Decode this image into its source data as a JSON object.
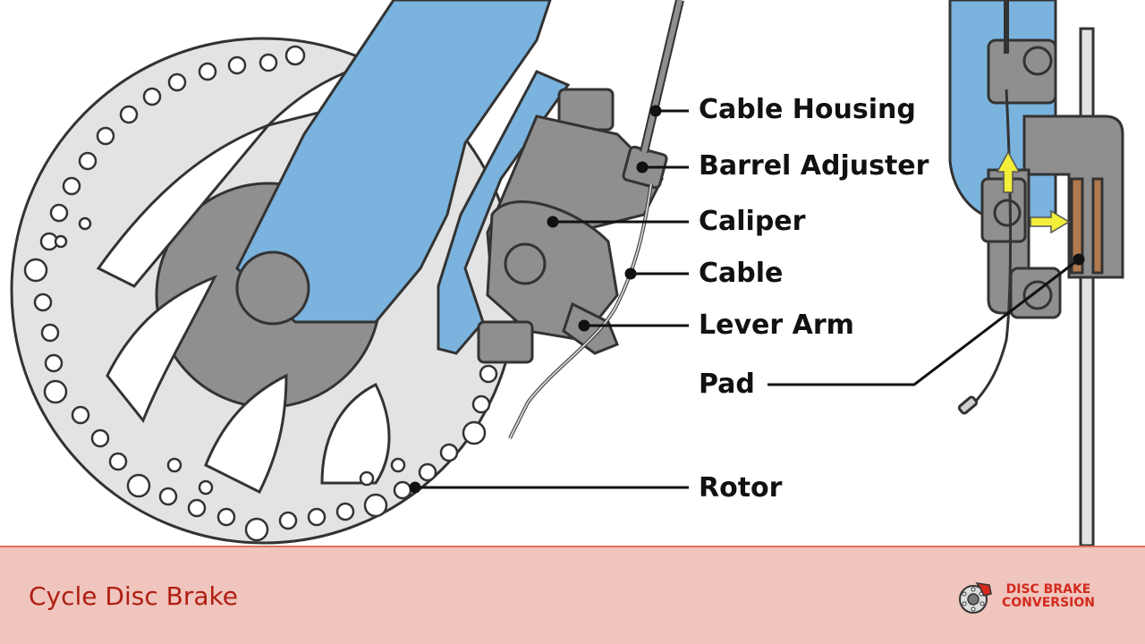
{
  "labels": {
    "cable_housing": "Cable Housing",
    "barrel_adjuster": "Barrel Adjuster",
    "caliper": "Caliper",
    "cable": "Cable",
    "lever_arm": "Lever Arm",
    "pad": "Pad",
    "rotor": "Rotor"
  },
  "footer": {
    "title": "Cycle Disc Brake",
    "brand_line1": "DISC BRAKE",
    "brand_line2": "CONVERSION"
  },
  "colors": {
    "fork_blue": "#7ab3de",
    "rotor_fill": "#e3e3e3",
    "caliper_gray": "#8f8f8f",
    "pad_brown": "#b07a4d",
    "arrow_yellow": "#f2ee3a",
    "footer_bg": "#efc5bd",
    "footer_text": "#b01e12",
    "brand_red": "#d42a1e"
  }
}
